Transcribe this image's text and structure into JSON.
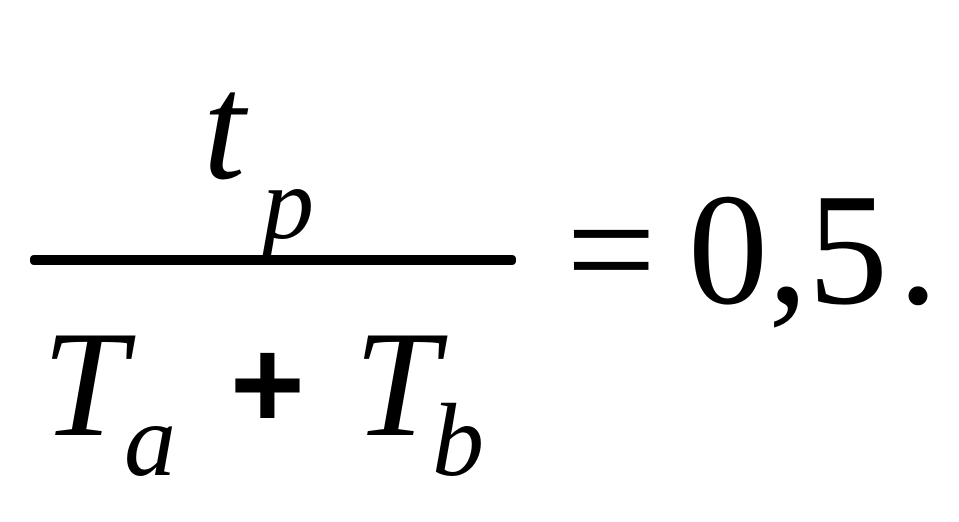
{
  "formula": {
    "numerator": {
      "base": "t",
      "subscript": "p"
    },
    "denominator": {
      "term1": {
        "base": "T",
        "subscript": "a"
      },
      "operator": "+",
      "term2": {
        "base": "T",
        "subscript": "b"
      }
    },
    "relation": "=",
    "value": "0,5",
    "terminator": "."
  },
  "colors": {
    "ink": "#000000",
    "background": "#ffffff"
  }
}
